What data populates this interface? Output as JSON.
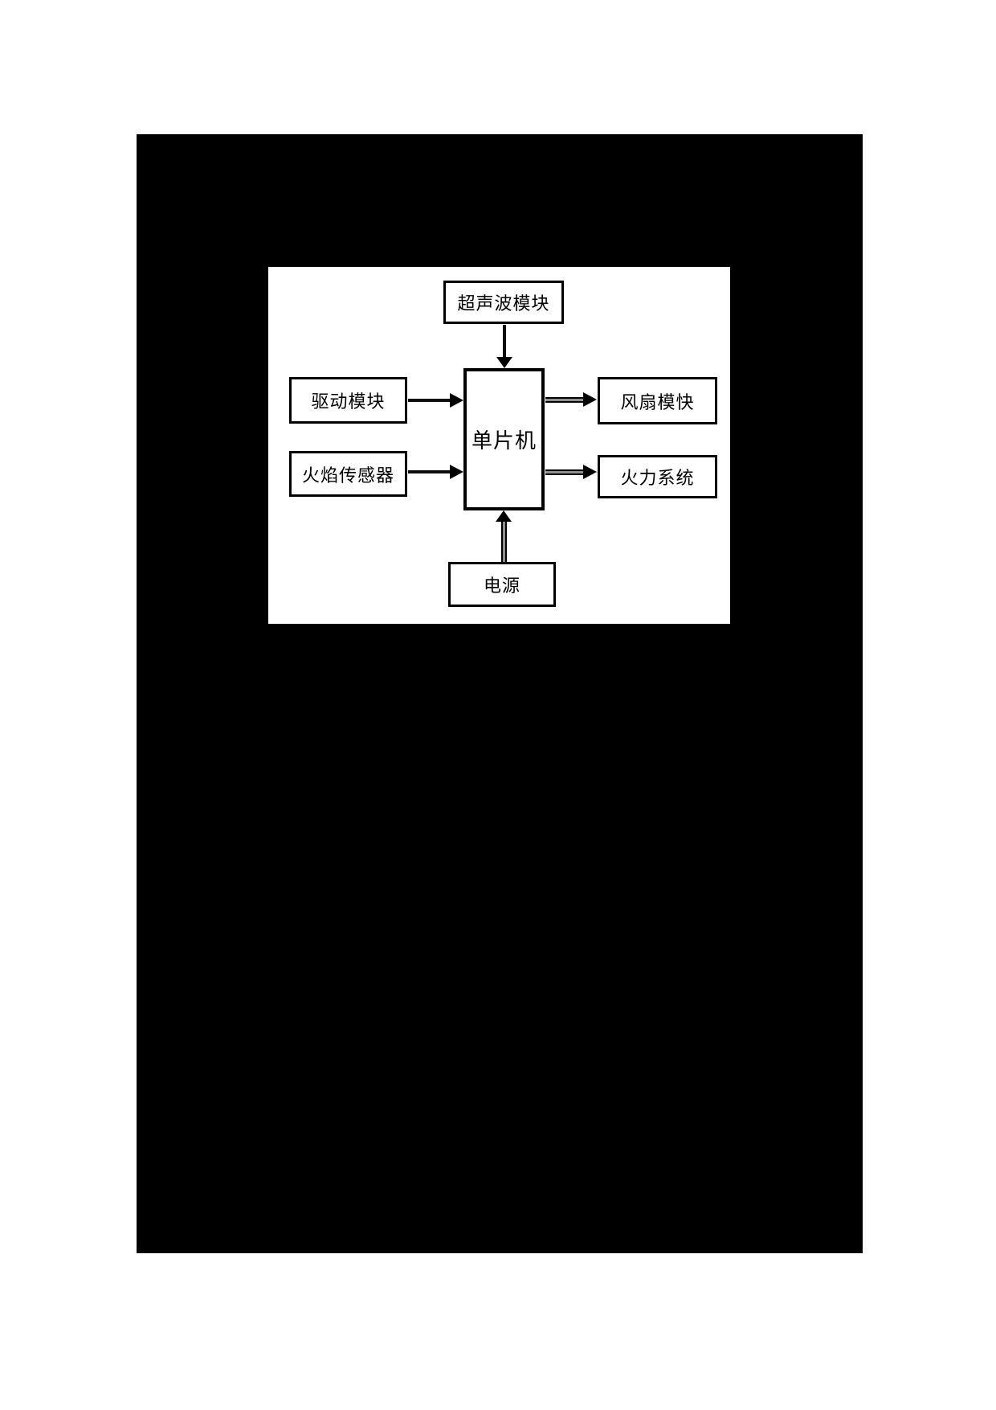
{
  "page": {
    "type": "scanned-document-figure",
    "background_color": "#ffffff",
    "scan_area_color": "#000000",
    "panel_color": "#ffffff",
    "line_color": "#000000"
  },
  "diagram": {
    "nodes": {
      "ultrasonic": {
        "label": "超声波模块"
      },
      "drive": {
        "label": "驱动模块"
      },
      "flame": {
        "label": "火焰传感器"
      },
      "mcu": {
        "label": "单片机"
      },
      "fan": {
        "label": "风扇模快"
      },
      "fire": {
        "label": "火力系统"
      },
      "power": {
        "label": "电源"
      }
    },
    "edges": [
      {
        "from": "ultrasonic",
        "to": "mcu",
        "direction": "down"
      },
      {
        "from": "drive",
        "to": "mcu",
        "direction": "right"
      },
      {
        "from": "flame",
        "to": "mcu",
        "direction": "right"
      },
      {
        "from": "mcu",
        "to": "fan",
        "direction": "right"
      },
      {
        "from": "mcu",
        "to": "fire",
        "direction": "right"
      },
      {
        "from": "power",
        "to": "mcu",
        "direction": "up"
      }
    ]
  }
}
